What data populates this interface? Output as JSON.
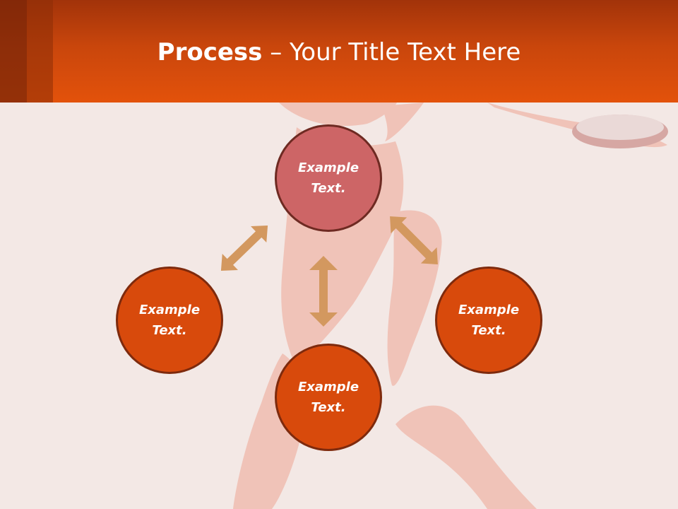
{
  "title": {
    "bold": "Process",
    "dash": " – ",
    "rest": "Your Title Text Here"
  },
  "diagram": {
    "top": "Example Text.",
    "left": "Example Text.",
    "right": "Example Text.",
    "bottom": "Example Text."
  },
  "colors": {
    "header": "#e3520b",
    "background": "#f3e8e5",
    "circle": "#d84a0c",
    "circle_top": "#cd6566",
    "arrow": "#d3985f",
    "figure": "#f0c3b8"
  }
}
